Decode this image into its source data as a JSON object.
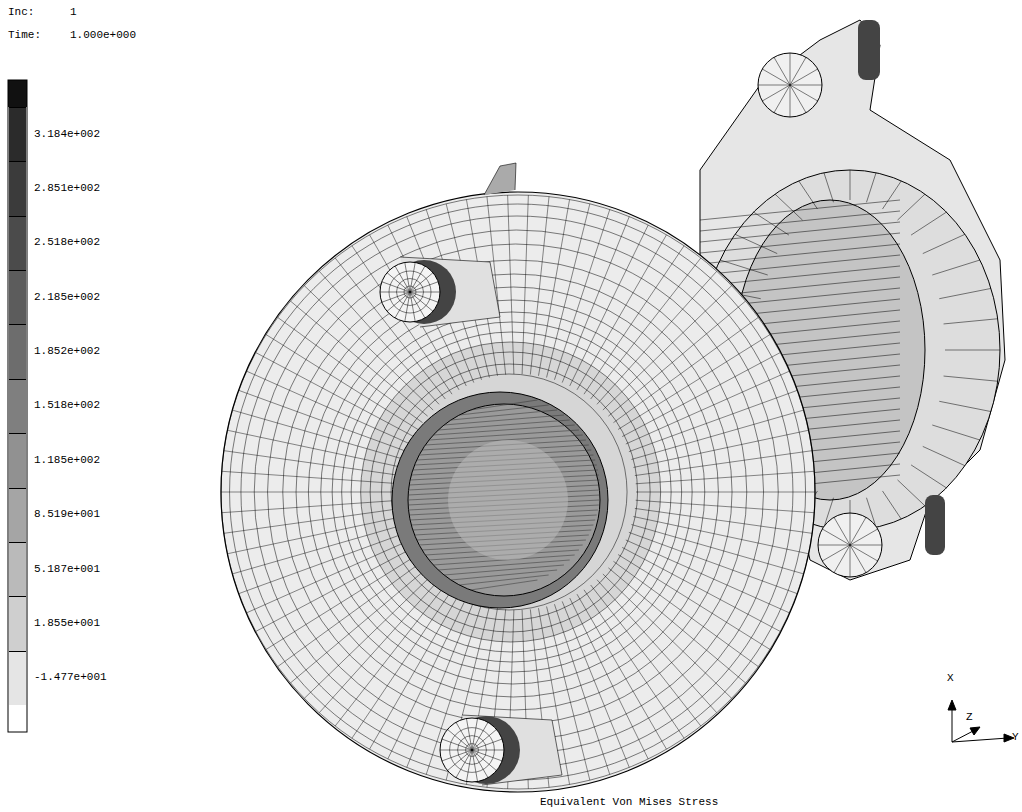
{
  "diagram": {
    "caption": "Equivalent Von Mises Stress",
    "labels": [
      "Inc:",
      "1",
      "Time:",
      "1.000e+000",
      "X",
      "Z",
      "Y"
    ],
    "legend": [
      {
        "text": "3.184e+002",
        "color": "#2b2b2b"
      },
      {
        "text": "2.851e+002",
        "color": "#3b3b3b"
      },
      {
        "text": "2.518e+002",
        "color": "#4b4b4b"
      },
      {
        "text": "2.185e+002",
        "color": "#5c5c5c"
      },
      {
        "text": "1.852e+002",
        "color": "#6d6d6d"
      },
      {
        "text": "1.518e+002",
        "color": "#7f7f7f"
      },
      {
        "text": "1.185e+002",
        "color": "#919191"
      },
      {
        "text": "8.519e+001",
        "color": "#a5a5a5"
      },
      {
        "text": "5.187e+001",
        "color": "#bababa"
      },
      {
        "text": "1.855e+001",
        "color": "#cfcfcf"
      },
      {
        "text": "-1.477e+001",
        "color": "#e5e5e5"
      }
    ]
  }
}
